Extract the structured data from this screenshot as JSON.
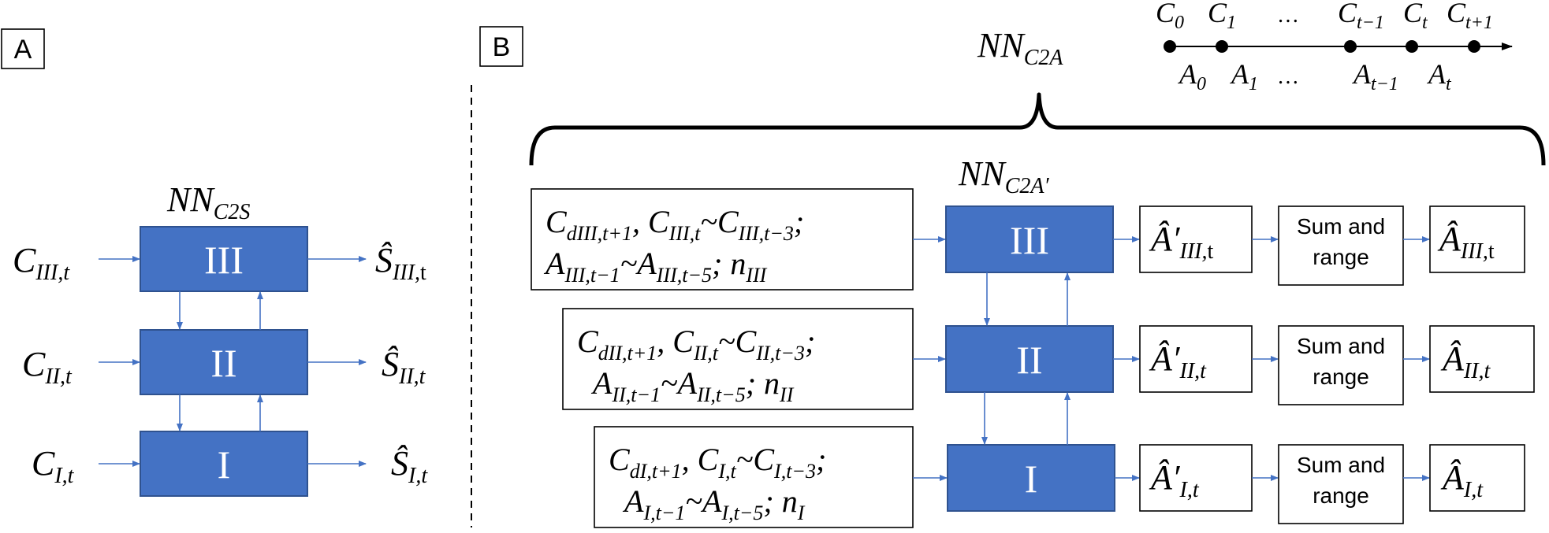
{
  "panels": {
    "a": "A",
    "b": "B"
  },
  "panel_a": {
    "title": {
      "base": "NN",
      "sub": "C2S"
    },
    "levels": {
      "iii": "III",
      "ii": "II",
      "i": "I"
    },
    "inputs": {
      "iii": {
        "base": "C",
        "sub": "III,t"
      },
      "ii": {
        "base": "C",
        "sub": "II,t"
      },
      "i": {
        "base": "C",
        "sub": "I,t"
      }
    },
    "outputs": {
      "iii": {
        "base": "Ŝ",
        "sub_italic": "III,",
        "sub_roman": "t"
      },
      "ii": {
        "base": "Ŝ",
        "sub_italic": "II,t",
        "sub_roman": ""
      },
      "i": {
        "base": "Ŝ",
        "sub_italic": "I,t",
        "sub_roman": ""
      }
    }
  },
  "panel_b": {
    "brace_title": {
      "base": "NN",
      "sub": "C2A"
    },
    "inner_title": {
      "base": "NN",
      "sub": "C2A′"
    },
    "timeline": {
      "c_labels": [
        {
          "base": "C",
          "sub": "0"
        },
        {
          "base": "C",
          "sub": "1"
        },
        {
          "base": "…",
          "sub": ""
        },
        {
          "base": "C",
          "sub": "t−1"
        },
        {
          "base": "C",
          "sub": "t"
        },
        {
          "base": "C",
          "sub": "t+1"
        }
      ],
      "a_labels": [
        {
          "base": "A",
          "sub": "0"
        },
        {
          "base": "A",
          "sub": "1"
        },
        {
          "base": "…",
          "sub": ""
        },
        {
          "base": "A",
          "sub": "t−1"
        },
        {
          "base": "A",
          "sub": "t"
        }
      ]
    },
    "levels": {
      "iii": "III",
      "ii": "II",
      "i": "I"
    },
    "inputs": {
      "iii": {
        "line1": [
          "C",
          "dIII,t+1",
          ", C",
          "III,t",
          "~C",
          "III,t−3",
          ";"
        ],
        "line2": [
          "A",
          "III,t−1",
          "~A",
          "III,t−5",
          "; n",
          "III"
        ]
      },
      "ii": {
        "line1": [
          "C",
          "dII,t+1",
          ", C",
          "II,t",
          "~C",
          "II,t−3",
          ";"
        ],
        "line2": [
          "A",
          "II,t−1",
          "~A",
          "II,t−5",
          "; n",
          "II"
        ]
      },
      "i": {
        "line1": [
          "C",
          "dI,t+1",
          ", C",
          "I,t",
          "~C",
          "I,t−3",
          ";"
        ],
        "line2": [
          "A",
          "I,t−1",
          "~A",
          "I,t−5",
          "; n",
          "I"
        ]
      }
    },
    "prelim_outputs": {
      "iii": {
        "base": "Â′",
        "sub_italic": "III,",
        "sub_roman": "t"
      },
      "ii": {
        "base": "Â′",
        "sub_italic": "II,t",
        "sub_roman": ""
      },
      "i": {
        "base": "Â′",
        "sub_italic": "I,t",
        "sub_roman": ""
      }
    },
    "sum_range": {
      "line1": "Sum and",
      "line2": "range"
    },
    "final_outputs": {
      "iii": {
        "base": "Â",
        "sub_italic": "III,",
        "sub_roman": "t"
      },
      "ii": {
        "base": "Â",
        "sub_italic": "II,t",
        "sub_roman": ""
      },
      "i": {
        "base": "Â",
        "sub_italic": "I,t",
        "sub_roman": ""
      }
    }
  },
  "colors": {
    "box_fill": "#4472C4",
    "box_stroke": "#2F528F",
    "arrow": "#4472C4"
  }
}
